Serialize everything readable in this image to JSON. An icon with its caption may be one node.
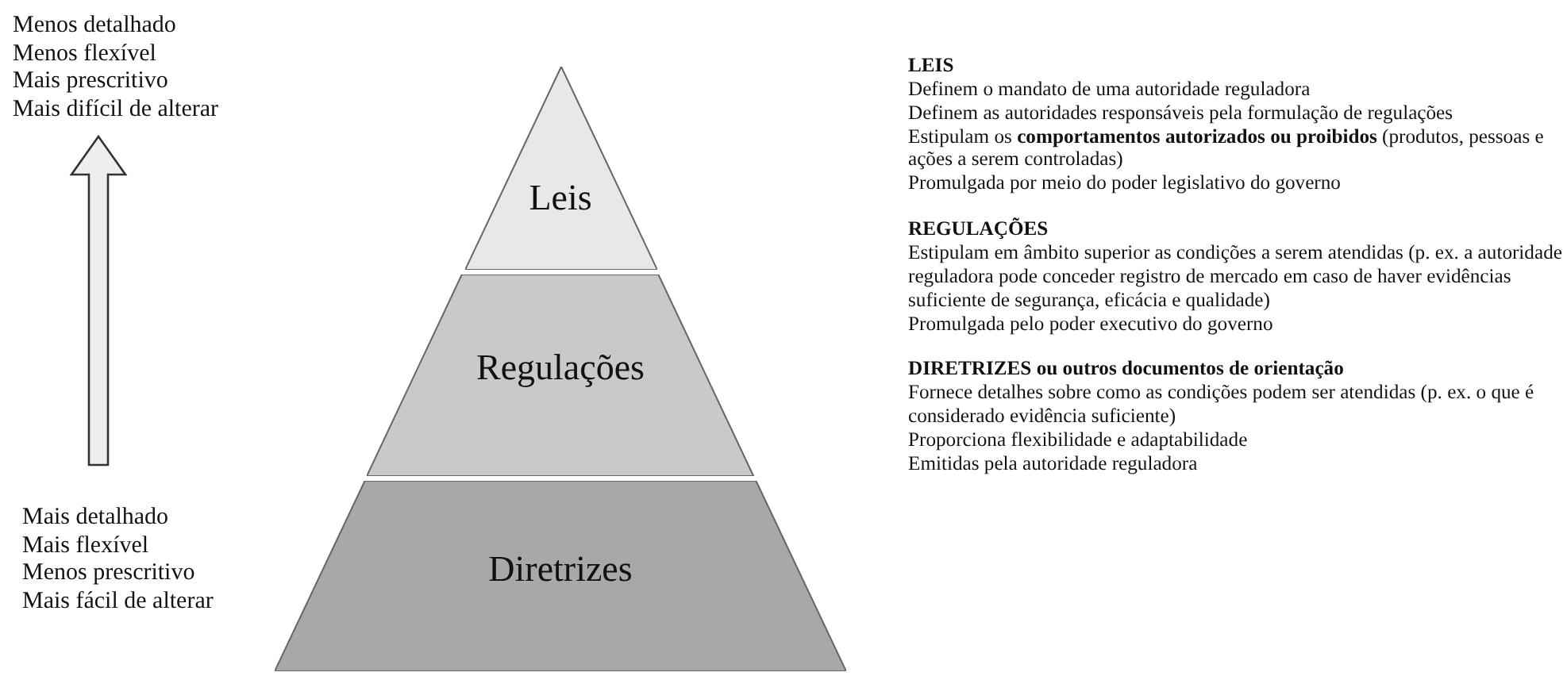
{
  "diagram": {
    "nodes": [
      {
        "text": [
          "Leis"
        ]
      },
      {
        "text": [
          "Regulações"
        ]
      },
      {
        "text": [
          "Diretrizes"
        ]
      }
    ],
    "labels": [
      "Menos detalhado",
      "Menos flexível",
      "Mais prescritivo",
      "Mais difícil de alterar",
      "LEIS",
      "Definem o mandato de uma autoridade reguladora",
      "Definem as autoridades responsáveis pela formulação de regulações",
      "Estipulam os **comportamentos autorizados ou proibidos** (produtos, pessoas e ações a serem controladas)",
      "Promulgada por meio do poder legislativo do governo",
      "REGULAÇÕES",
      "Estipulam em âmbito superior as condições a serem atendidas (p. ex. a autoridade reguladora pode conceder registro de mercado em caso de haver evidências suficiente de segurança, eficácia e qualidade)",
      "Promulgada pelo poder executivo do governo",
      "DIRETRIZES ou outros documentos de orientação",
      "Fornece detalhes sobre como as condições podem ser atendidas (p. ex. o que é considerado evidência suficiente)",
      "Proporciona flexibilidade e adaptabilidade",
      "Emitidas pela autoridade reguladora",
      "Mais detalhado",
      "Mais flexível",
      "Menos prescritivo",
      "Mais fácil de alterar"
    ]
  }
}
